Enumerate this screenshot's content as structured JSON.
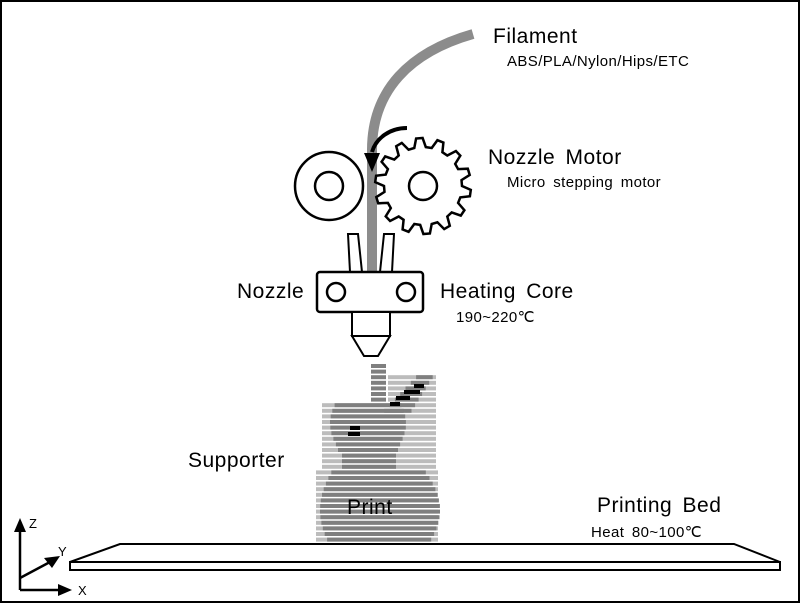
{
  "labels": {
    "filament_title": "Filament",
    "filament_sub": "ABS/PLA/Nylon/Hips/ETC",
    "motor_title": "Nozzle  Motor",
    "motor_sub": "Micro  stepping motor",
    "nozzle": "Nozzle",
    "core_title": "Heating  Core",
    "core_sub": "190~220℃",
    "supporter": "Supporter",
    "print": "Print",
    "bed_title": "Printing  Bed",
    "bed_sub": "Heat  80~100℃"
  },
  "axes": {
    "z": "Z",
    "y": "Y",
    "x": "X"
  },
  "colors": {
    "filament": "#8c8c8c",
    "support": "#bcbcbc",
    "print": "#7f7f7f",
    "eye": "#000000",
    "outline": "#000000"
  }
}
